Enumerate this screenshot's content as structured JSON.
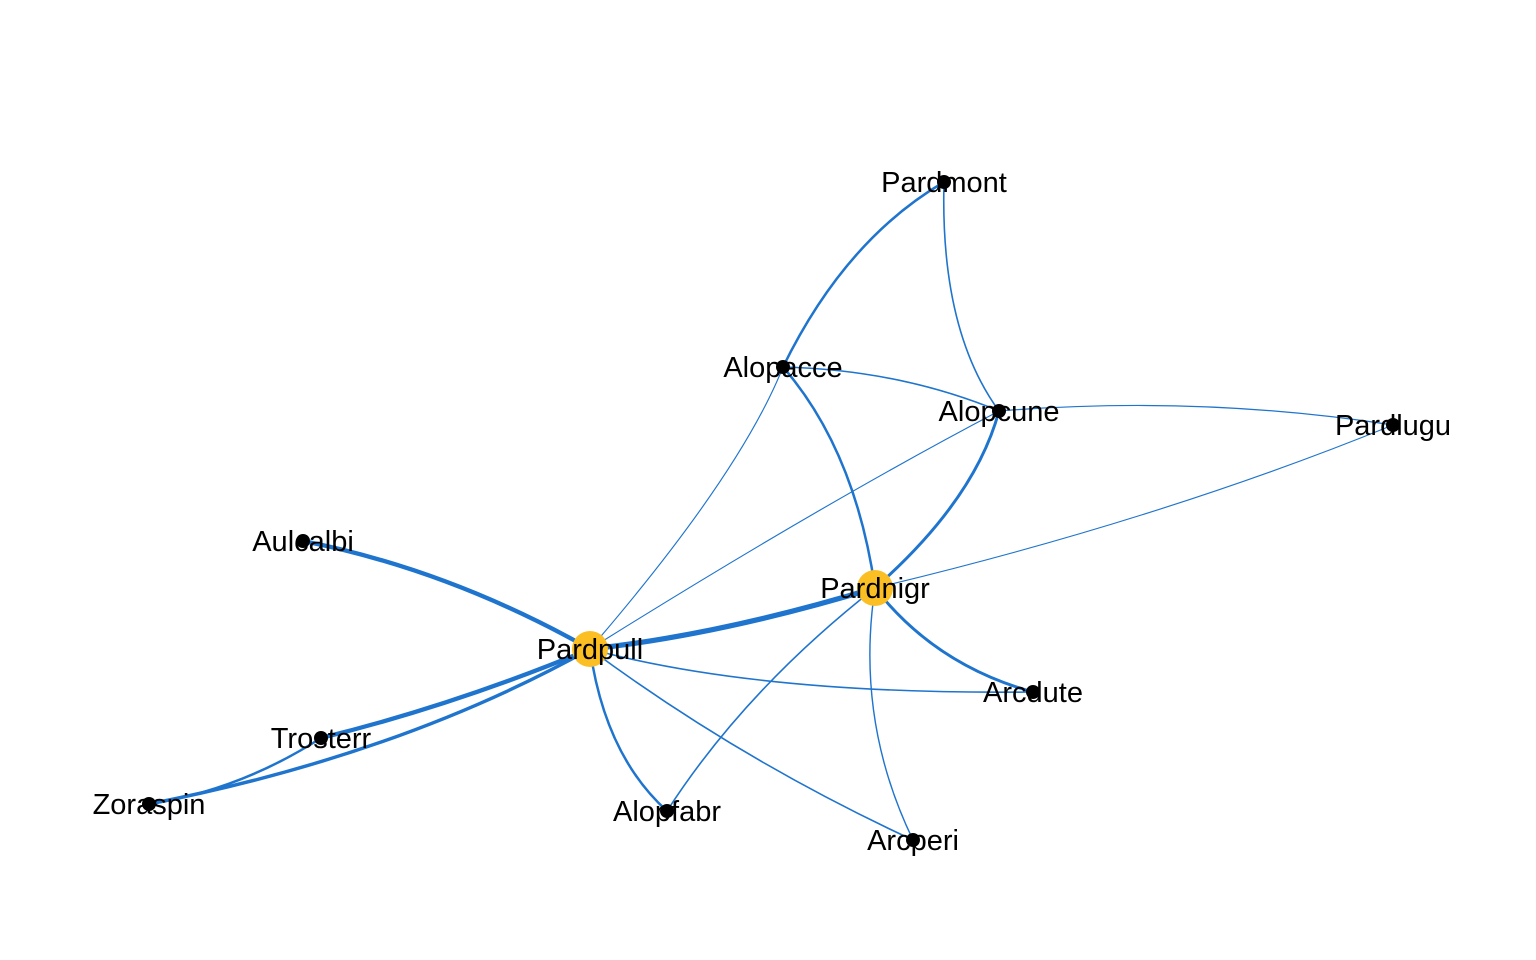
{
  "colors": {
    "edge": "#1f74cd",
    "hub_node": "#fbbf24",
    "node": "#000000",
    "background": "#ffffff"
  },
  "nodes": [
    {
      "id": "pardpull",
      "label": "Pardpull",
      "hub": true
    },
    {
      "id": "pardnigr",
      "label": "Pardnigr",
      "hub": true
    },
    {
      "id": "pardmont",
      "label": "Pardmont",
      "hub": false
    },
    {
      "id": "alopacce",
      "label": "Alopacce",
      "hub": false
    },
    {
      "id": "alopcune",
      "label": "Alopcune",
      "hub": false
    },
    {
      "id": "pardlugu",
      "label": "Pardlugu",
      "hub": false
    },
    {
      "id": "aulcalbi",
      "label": "Aulcalbi",
      "hub": false
    },
    {
      "id": "trosterr",
      "label": "Trosterr",
      "hub": false
    },
    {
      "id": "zoraspin",
      "label": "Zoraspin",
      "hub": false
    },
    {
      "id": "alopfabr",
      "label": "Alopfabr",
      "hub": false
    },
    {
      "id": "arcperi",
      "label": "Arcperi",
      "hub": false
    },
    {
      "id": "arcdute",
      "label": "Arcdute",
      "hub": false
    }
  ],
  "edges": [
    {
      "source": "pardpull",
      "target": "pardnigr",
      "weight": 5
    },
    {
      "source": "pardpull",
      "target": "aulcalbi",
      "weight": 4
    },
    {
      "source": "pardpull",
      "target": "trosterr",
      "weight": 4
    },
    {
      "source": "pardpull",
      "target": "zoraspin",
      "weight": 3
    },
    {
      "source": "pardpull",
      "target": "alopfabr",
      "weight": 2
    },
    {
      "source": "pardpull",
      "target": "arcdute",
      "weight": 1
    },
    {
      "source": "pardpull",
      "target": "arcperi",
      "weight": 1
    },
    {
      "source": "pardpull",
      "target": "alopacce",
      "weight": 0.5
    },
    {
      "source": "pardpull",
      "target": "alopcune",
      "weight": 0.5
    },
    {
      "source": "pardnigr",
      "target": "alopacce",
      "weight": 2
    },
    {
      "source": "pardnigr",
      "target": "alopcune",
      "weight": 2.5
    },
    {
      "source": "pardnigr",
      "target": "arcdute",
      "weight": 2.5
    },
    {
      "source": "pardnigr",
      "target": "pardlugu",
      "weight": 0.5
    },
    {
      "source": "pardnigr",
      "target": "alopfabr",
      "weight": 1
    },
    {
      "source": "pardnigr",
      "target": "arcperi",
      "weight": 0.8
    },
    {
      "source": "alopacce",
      "target": "pardmont",
      "weight": 2
    },
    {
      "source": "alopacce",
      "target": "alopcune",
      "weight": 1
    },
    {
      "source": "pardmont",
      "target": "alopcune",
      "weight": 1
    },
    {
      "source": "alopcune",
      "target": "pardlugu",
      "weight": 0.6
    },
    {
      "source": "trosterr",
      "target": "zoraspin",
      "weight": 2
    }
  ]
}
